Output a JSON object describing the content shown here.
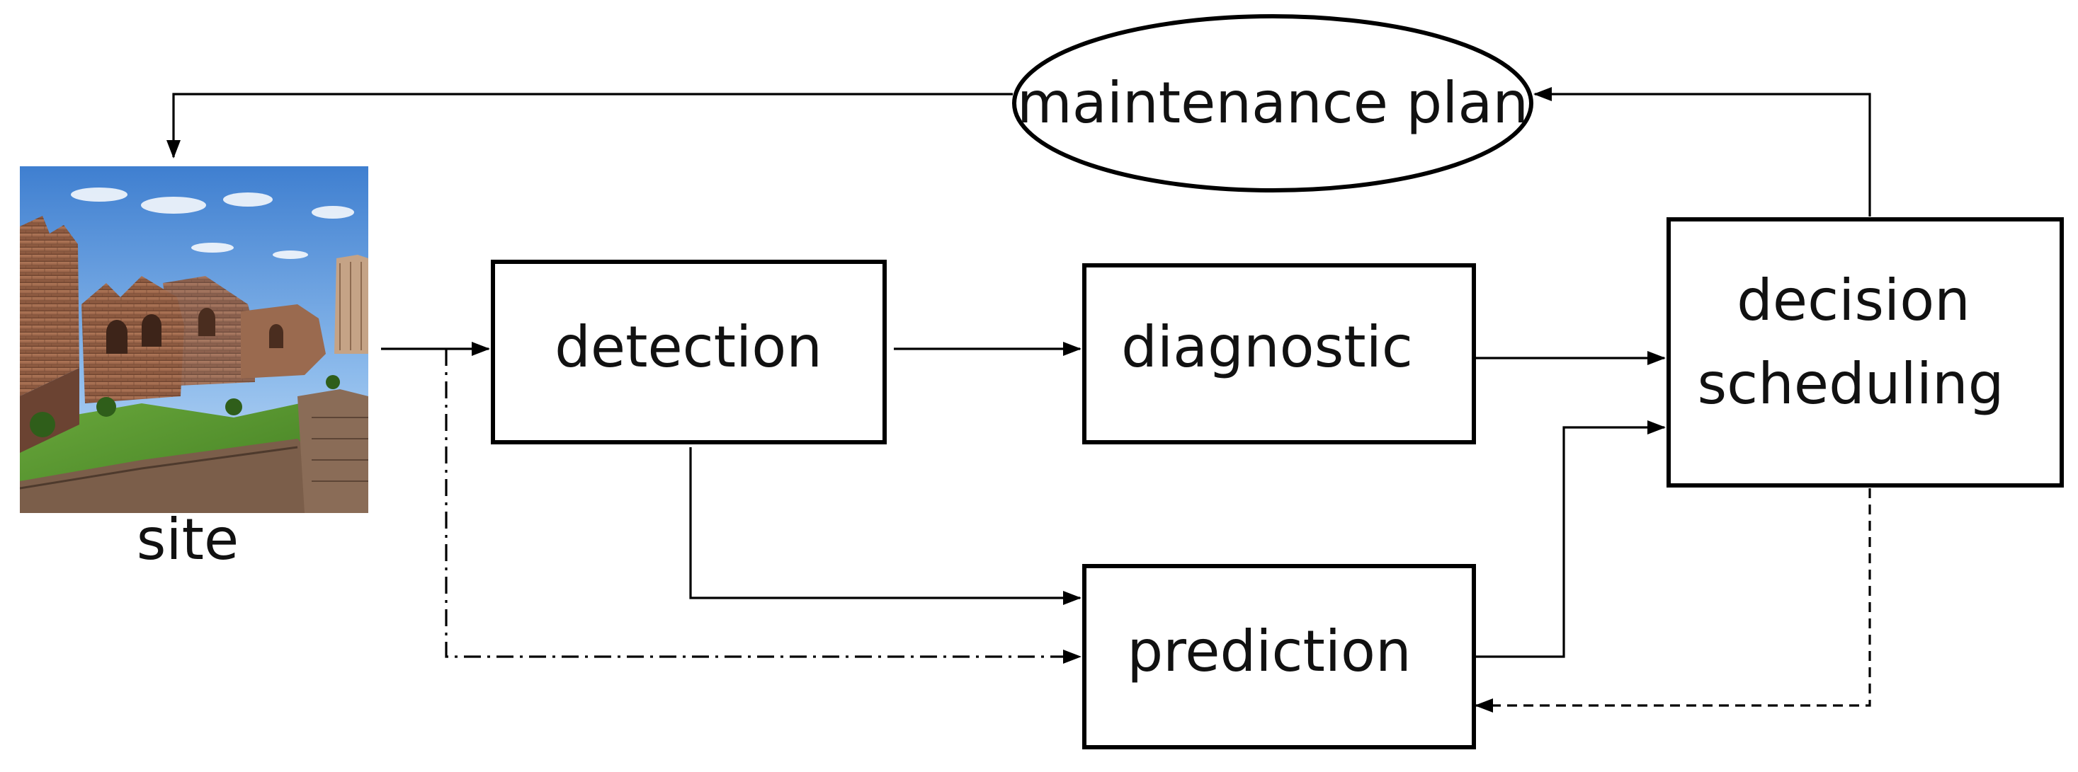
{
  "nodes": {
    "maintenance_plan": "maintenance plan",
    "site": "site",
    "detection": "detection",
    "diagnostic": "diagnostic",
    "prediction": "prediction",
    "decision_line1": "decision",
    "decision_line2": "scheduling"
  },
  "colors": {
    "stroke": "#000000",
    "text": "#111111",
    "background": "#ffffff"
  }
}
